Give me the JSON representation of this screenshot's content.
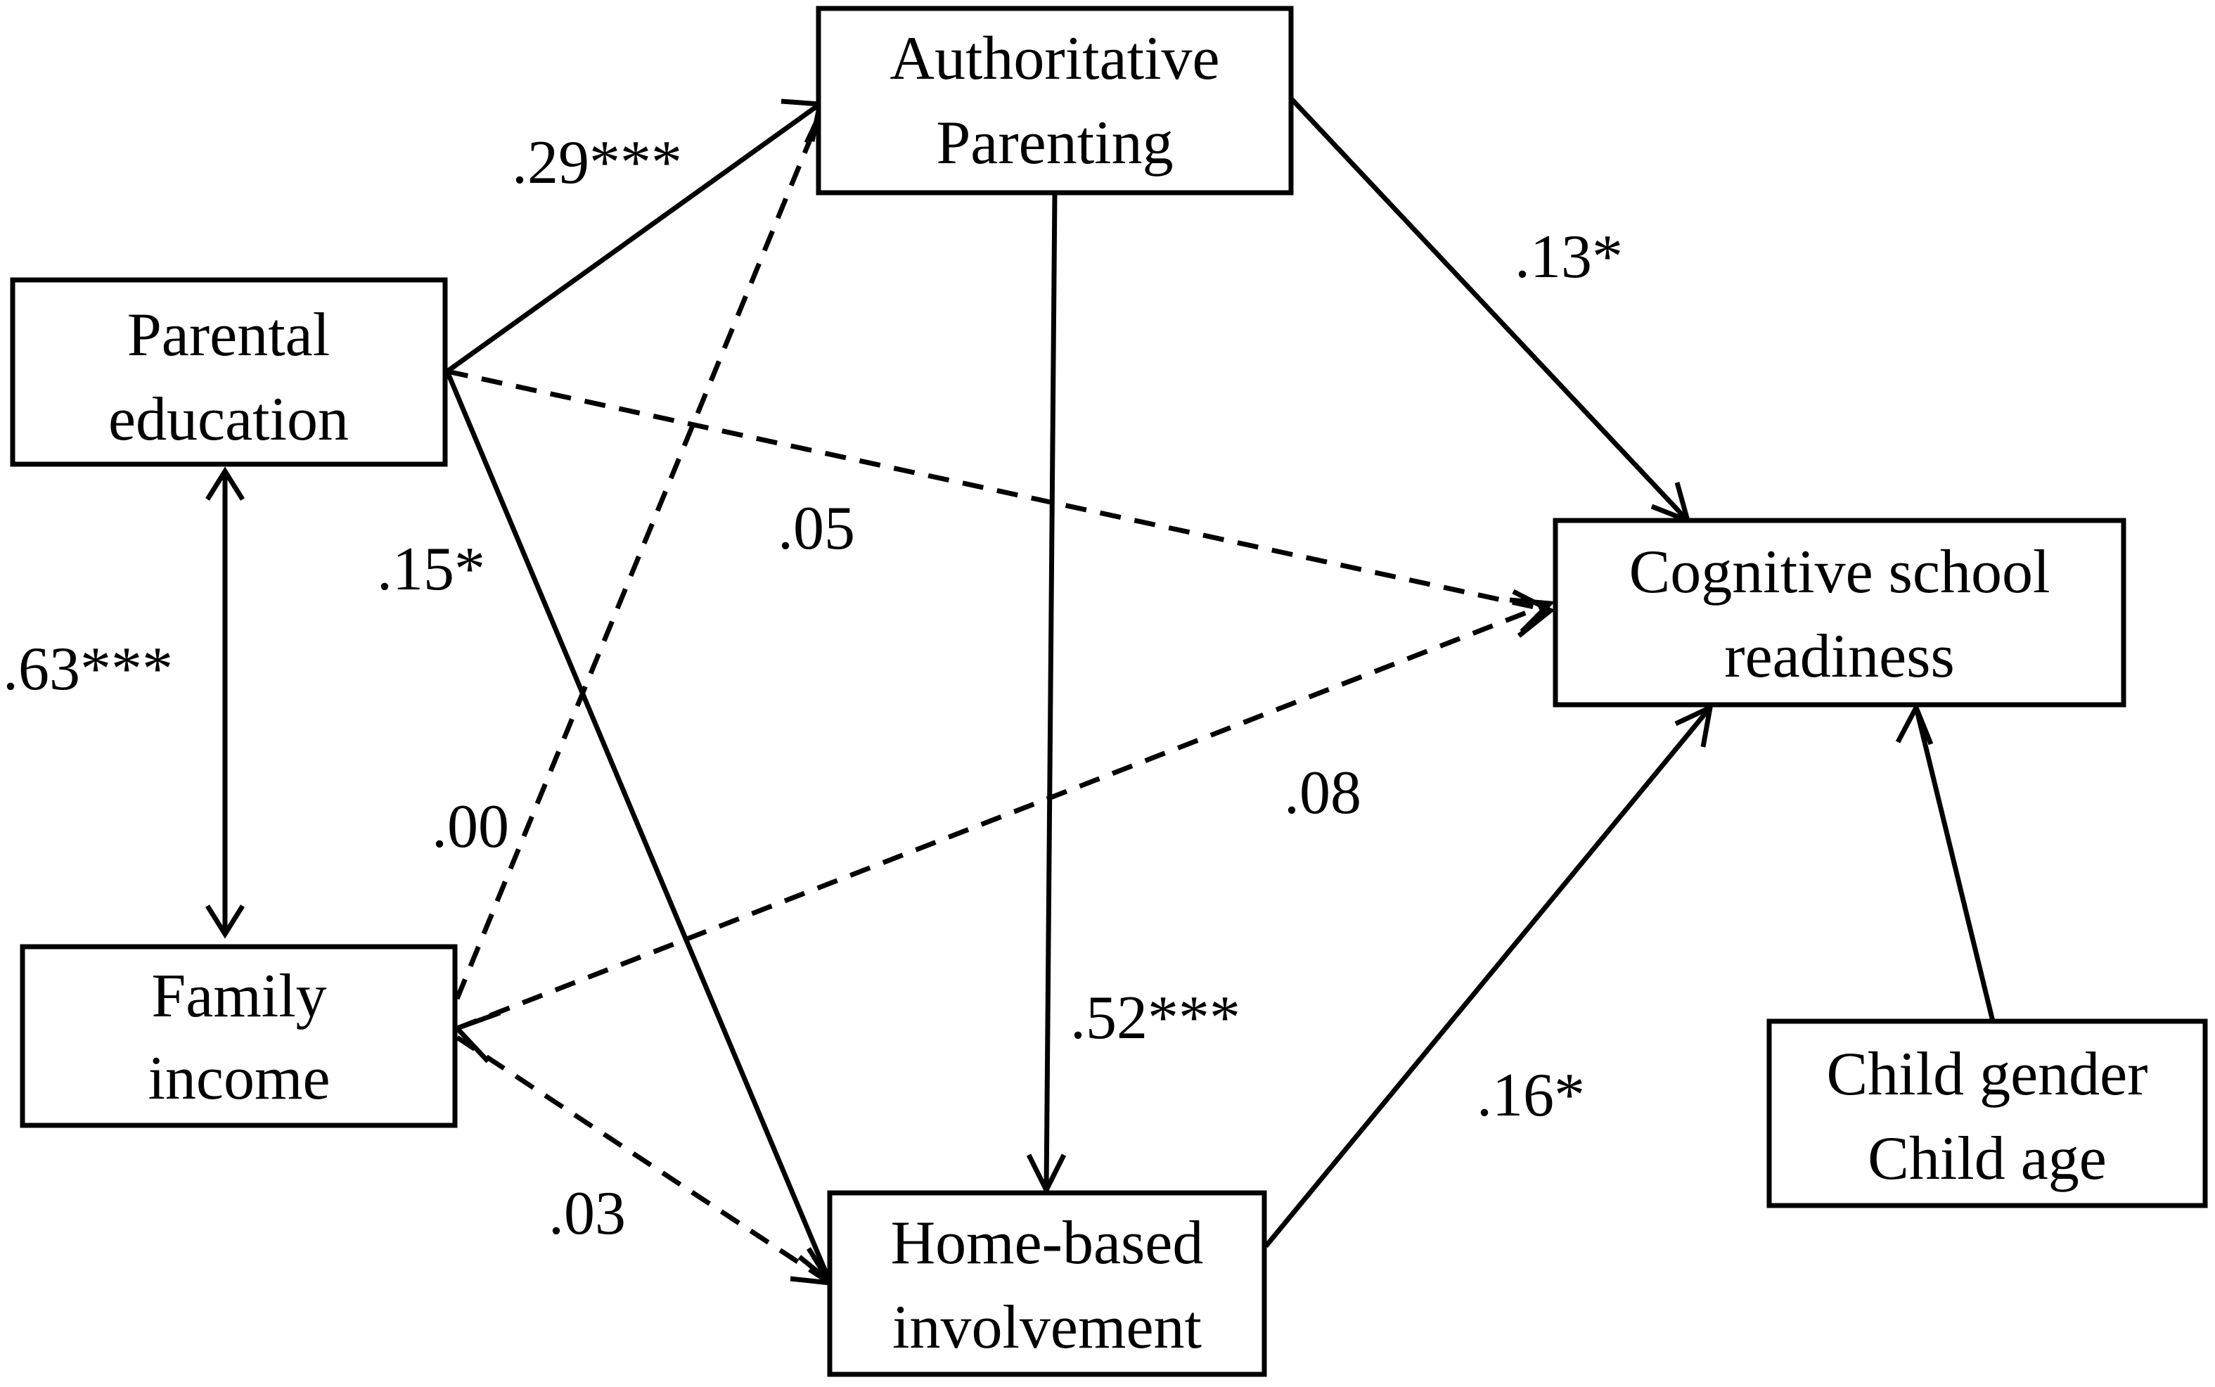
{
  "nodes": {
    "parental_education": {
      "line1": "Parental",
      "line2": "education"
    },
    "family_income": {
      "line1": "Family",
      "line2": "income"
    },
    "authoritative_parenting": {
      "line1": "Authoritative",
      "line2": "Parenting"
    },
    "home_involvement": {
      "line1": "Home-based",
      "line2": "involvement"
    },
    "cognitive_readiness": {
      "line1": "Cognitive school",
      "line2": "readiness"
    },
    "covariates": {
      "line1": "Child gender",
      "line2": "Child age"
    }
  },
  "edges": [
    {
      "from": "Parental education",
      "to": "Authoritative Parenting",
      "coef": ".29***",
      "style": "solid"
    },
    {
      "from": "Parental education",
      "to": "Cognitive school readiness",
      "coef": ".05",
      "style": "dashed"
    },
    {
      "from": "Parental education",
      "to": "Home-based involvement",
      "coef": ".15*",
      "style": "solid"
    },
    {
      "from": "Parental education",
      "to": "Family income",
      "coef": ".63***",
      "style": "solid",
      "bidirectional": true
    },
    {
      "from": "Family income",
      "to": "Authoritative Parenting",
      "coef": ".00",
      "style": "dashed"
    },
    {
      "from": "Family income",
      "to": "Cognitive school readiness",
      "coef": ".08",
      "style": "dashed",
      "bidirectional": true
    },
    {
      "from": "Family income",
      "to": "Home-based involvement",
      "coef": ".03",
      "style": "dashed"
    },
    {
      "from": "Authoritative Parenting",
      "to": "Home-based involvement",
      "coef": ".52***",
      "style": "solid"
    },
    {
      "from": "Authoritative Parenting",
      "to": "Cognitive school readiness",
      "coef": ".13*",
      "style": "solid"
    },
    {
      "from": "Home-based involvement",
      "to": "Cognitive school readiness",
      "coef": ".16*",
      "style": "solid"
    },
    {
      "from": "Child gender / Child age",
      "to": "Cognitive school readiness",
      "coef": "",
      "style": "solid"
    }
  ]
}
